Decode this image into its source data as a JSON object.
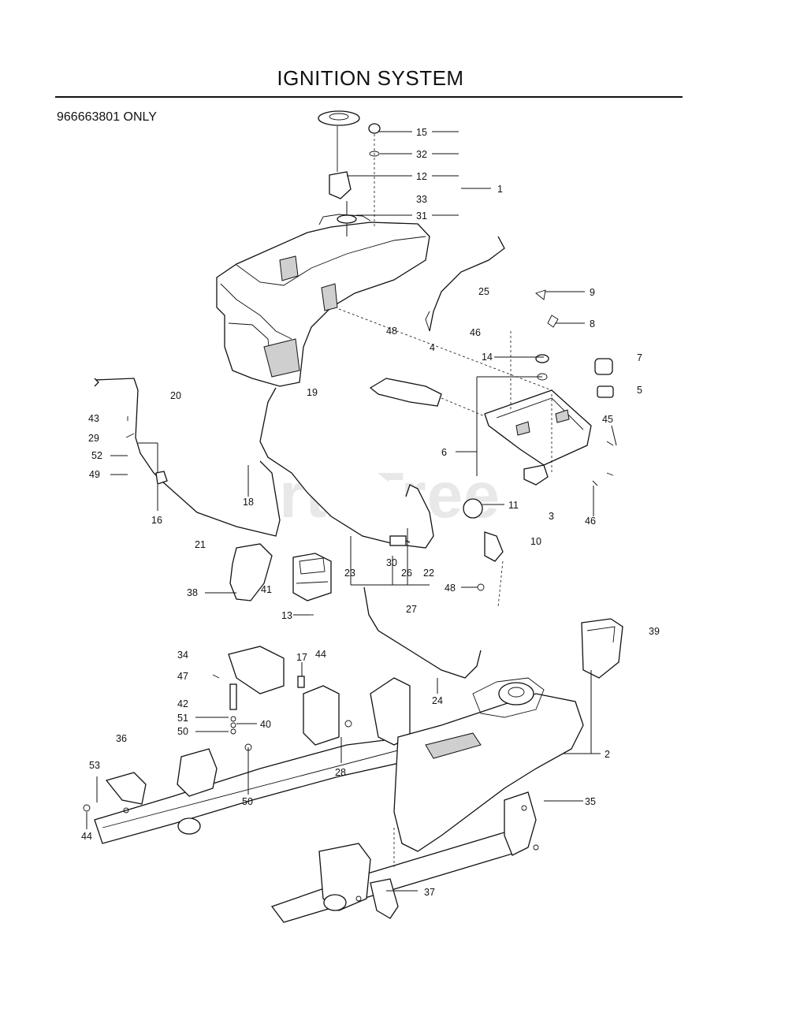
{
  "title": "IGNITION SYSTEM",
  "model_note": "966663801 ONLY",
  "watermark": "PartsTree",
  "callouts": [
    "15",
    "32",
    "12",
    "1",
    "33",
    "31",
    "25",
    "9",
    "8",
    "48",
    "46",
    "4",
    "14",
    "7",
    "5",
    "45",
    "6",
    "20",
    "19",
    "43",
    "29",
    "52",
    "49",
    "18",
    "11",
    "3",
    "46",
    "16",
    "21",
    "10",
    "30",
    "26",
    "22",
    "23",
    "48",
    "38",
    "41",
    "27",
    "13",
    "39",
    "34",
    "17",
    "44",
    "47",
    "24",
    "42",
    "51",
    "40",
    "50",
    "36",
    "2",
    "28",
    "53",
    "50",
    "35",
    "44",
    "37"
  ]
}
